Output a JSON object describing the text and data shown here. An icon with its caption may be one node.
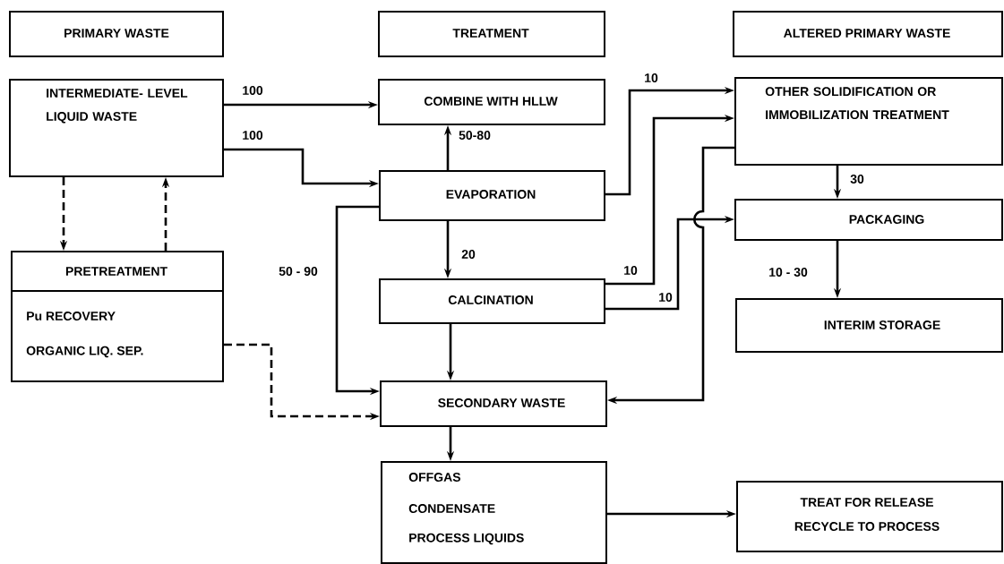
{
  "diagram": {
    "nodes": [
      {
        "text": [
          "PRIMARY WASTE"
        ]
      },
      {
        "text": [
          "TREATMENT"
        ]
      },
      {
        "text": [
          "ALTERED PRIMARY WASTE"
        ]
      },
      {
        "text": [
          "INTERMEDIATE- LEVEL LIQUID WASTE"
        ]
      },
      {
        "text": [
          "COMBINE WITH HLLW"
        ]
      },
      {
        "text": [
          "EVAPORATION"
        ]
      },
      {
        "text": [
          "OTHER SOLIDIFICATION OR IMMOBILIZATION TREATMENT"
        ]
      },
      {
        "text": [
          "PACKAGING"
        ]
      },
      {
        "text": [
          "PRETREATMENT",
          "Pu RECOVERY",
          "ORGANIC LIQ. SEP."
        ]
      },
      {
        "text": [
          "CALCINATION"
        ]
      },
      {
        "text": [
          "INTERIM STORAGE"
        ]
      },
      {
        "text": [
          "SECONDARY WASTE"
        ]
      },
      {
        "text": [
          "OFFGAS",
          "CONDENSATE",
          "PROCESS LIQUIDS"
        ]
      },
      {
        "text": [
          "TREAT FOR RELEASE",
          "RECYCLE TO PROCESS"
        ]
      }
    ],
    "edges": [
      {
        "from": 3,
        "to": 4,
        "arrow": "to",
        "label": "100"
      },
      {
        "from": 3,
        "to": 5,
        "arrow": "to",
        "label": "100"
      },
      {
        "from": 3,
        "to": 8,
        "arrow": "to",
        "style": "dashed"
      },
      {
        "from": 8,
        "to": 3,
        "arrow": "to",
        "style": "dashed"
      },
      {
        "from": 5,
        "to": 4,
        "arrow": "to",
        "label": "50-80"
      },
      {
        "from": 5,
        "to": 9,
        "arrow": "to",
        "label": "20"
      },
      {
        "from": 5,
        "to": 6,
        "arrow": "to",
        "label": "10"
      },
      {
        "from": 9,
        "to": 6,
        "arrow": "to",
        "label": "10"
      },
      {
        "from": 9,
        "to": 7,
        "arrow": "to",
        "label": "10"
      },
      {
        "from": 6,
        "to": 7,
        "arrow": "to",
        "label": "30"
      },
      {
        "from": 7,
        "to": 10,
        "arrow": "to",
        "label": "10 - 30"
      },
      {
        "from": 6,
        "to": 11,
        "arrow": "to"
      },
      {
        "from": 5,
        "to": 11,
        "arrow": "to",
        "label": "50 - 90"
      },
      {
        "from": 9,
        "to": 11,
        "arrow": "to"
      },
      {
        "from": 8,
        "to": 11,
        "arrow": "to",
        "style": "dashed"
      },
      {
        "from": 11,
        "to": 12,
        "arrow": "to"
      },
      {
        "from": 12,
        "to": 13,
        "arrow": "to"
      }
    ]
  }
}
